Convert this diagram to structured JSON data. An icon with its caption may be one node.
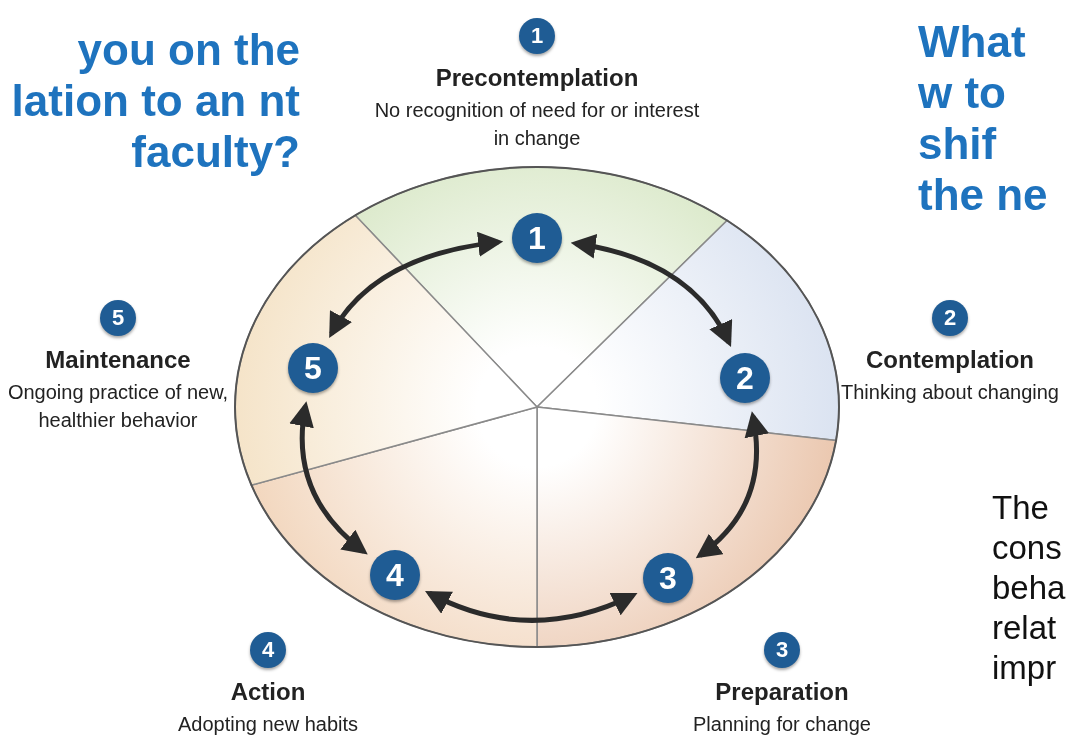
{
  "diagram": {
    "nodes": [
      {
        "text": [
          "1"
        ]
      },
      {
        "text": [
          "2"
        ]
      },
      {
        "text": [
          "3"
        ]
      },
      {
        "text": [
          "4"
        ]
      },
      {
        "text": [
          "5"
        ]
      },
      {
        "text": [
          "1",
          "Precontemplation",
          "No recognition of need for or interest in change"
        ]
      },
      {
        "text": [
          "2",
          "Contemplation",
          "Thinking about changing"
        ]
      },
      {
        "text": [
          "3",
          "Preparation",
          "Planning for change"
        ]
      },
      {
        "text": [
          "4",
          "Action",
          "Adopting new habits"
        ]
      },
      {
        "text": [
          "5",
          "Maintenance",
          "Ongoing practice of new, healthier behavior"
        ]
      }
    ],
    "edges": [
      {
        "from": 0,
        "to": 1,
        "arrow": "both"
      },
      {
        "from": 1,
        "to": 2,
        "arrow": "both"
      },
      {
        "from": 2,
        "to": 3,
        "arrow": "both"
      },
      {
        "from": 3,
        "to": 4,
        "arrow": "both"
      },
      {
        "from": 4,
        "to": 0,
        "arrow": "both"
      }
    ],
    "labels": [
      "you on the lation to an nt faculty?",
      "What w to shif the ne",
      "The cons beha relat impr"
    ]
  }
}
